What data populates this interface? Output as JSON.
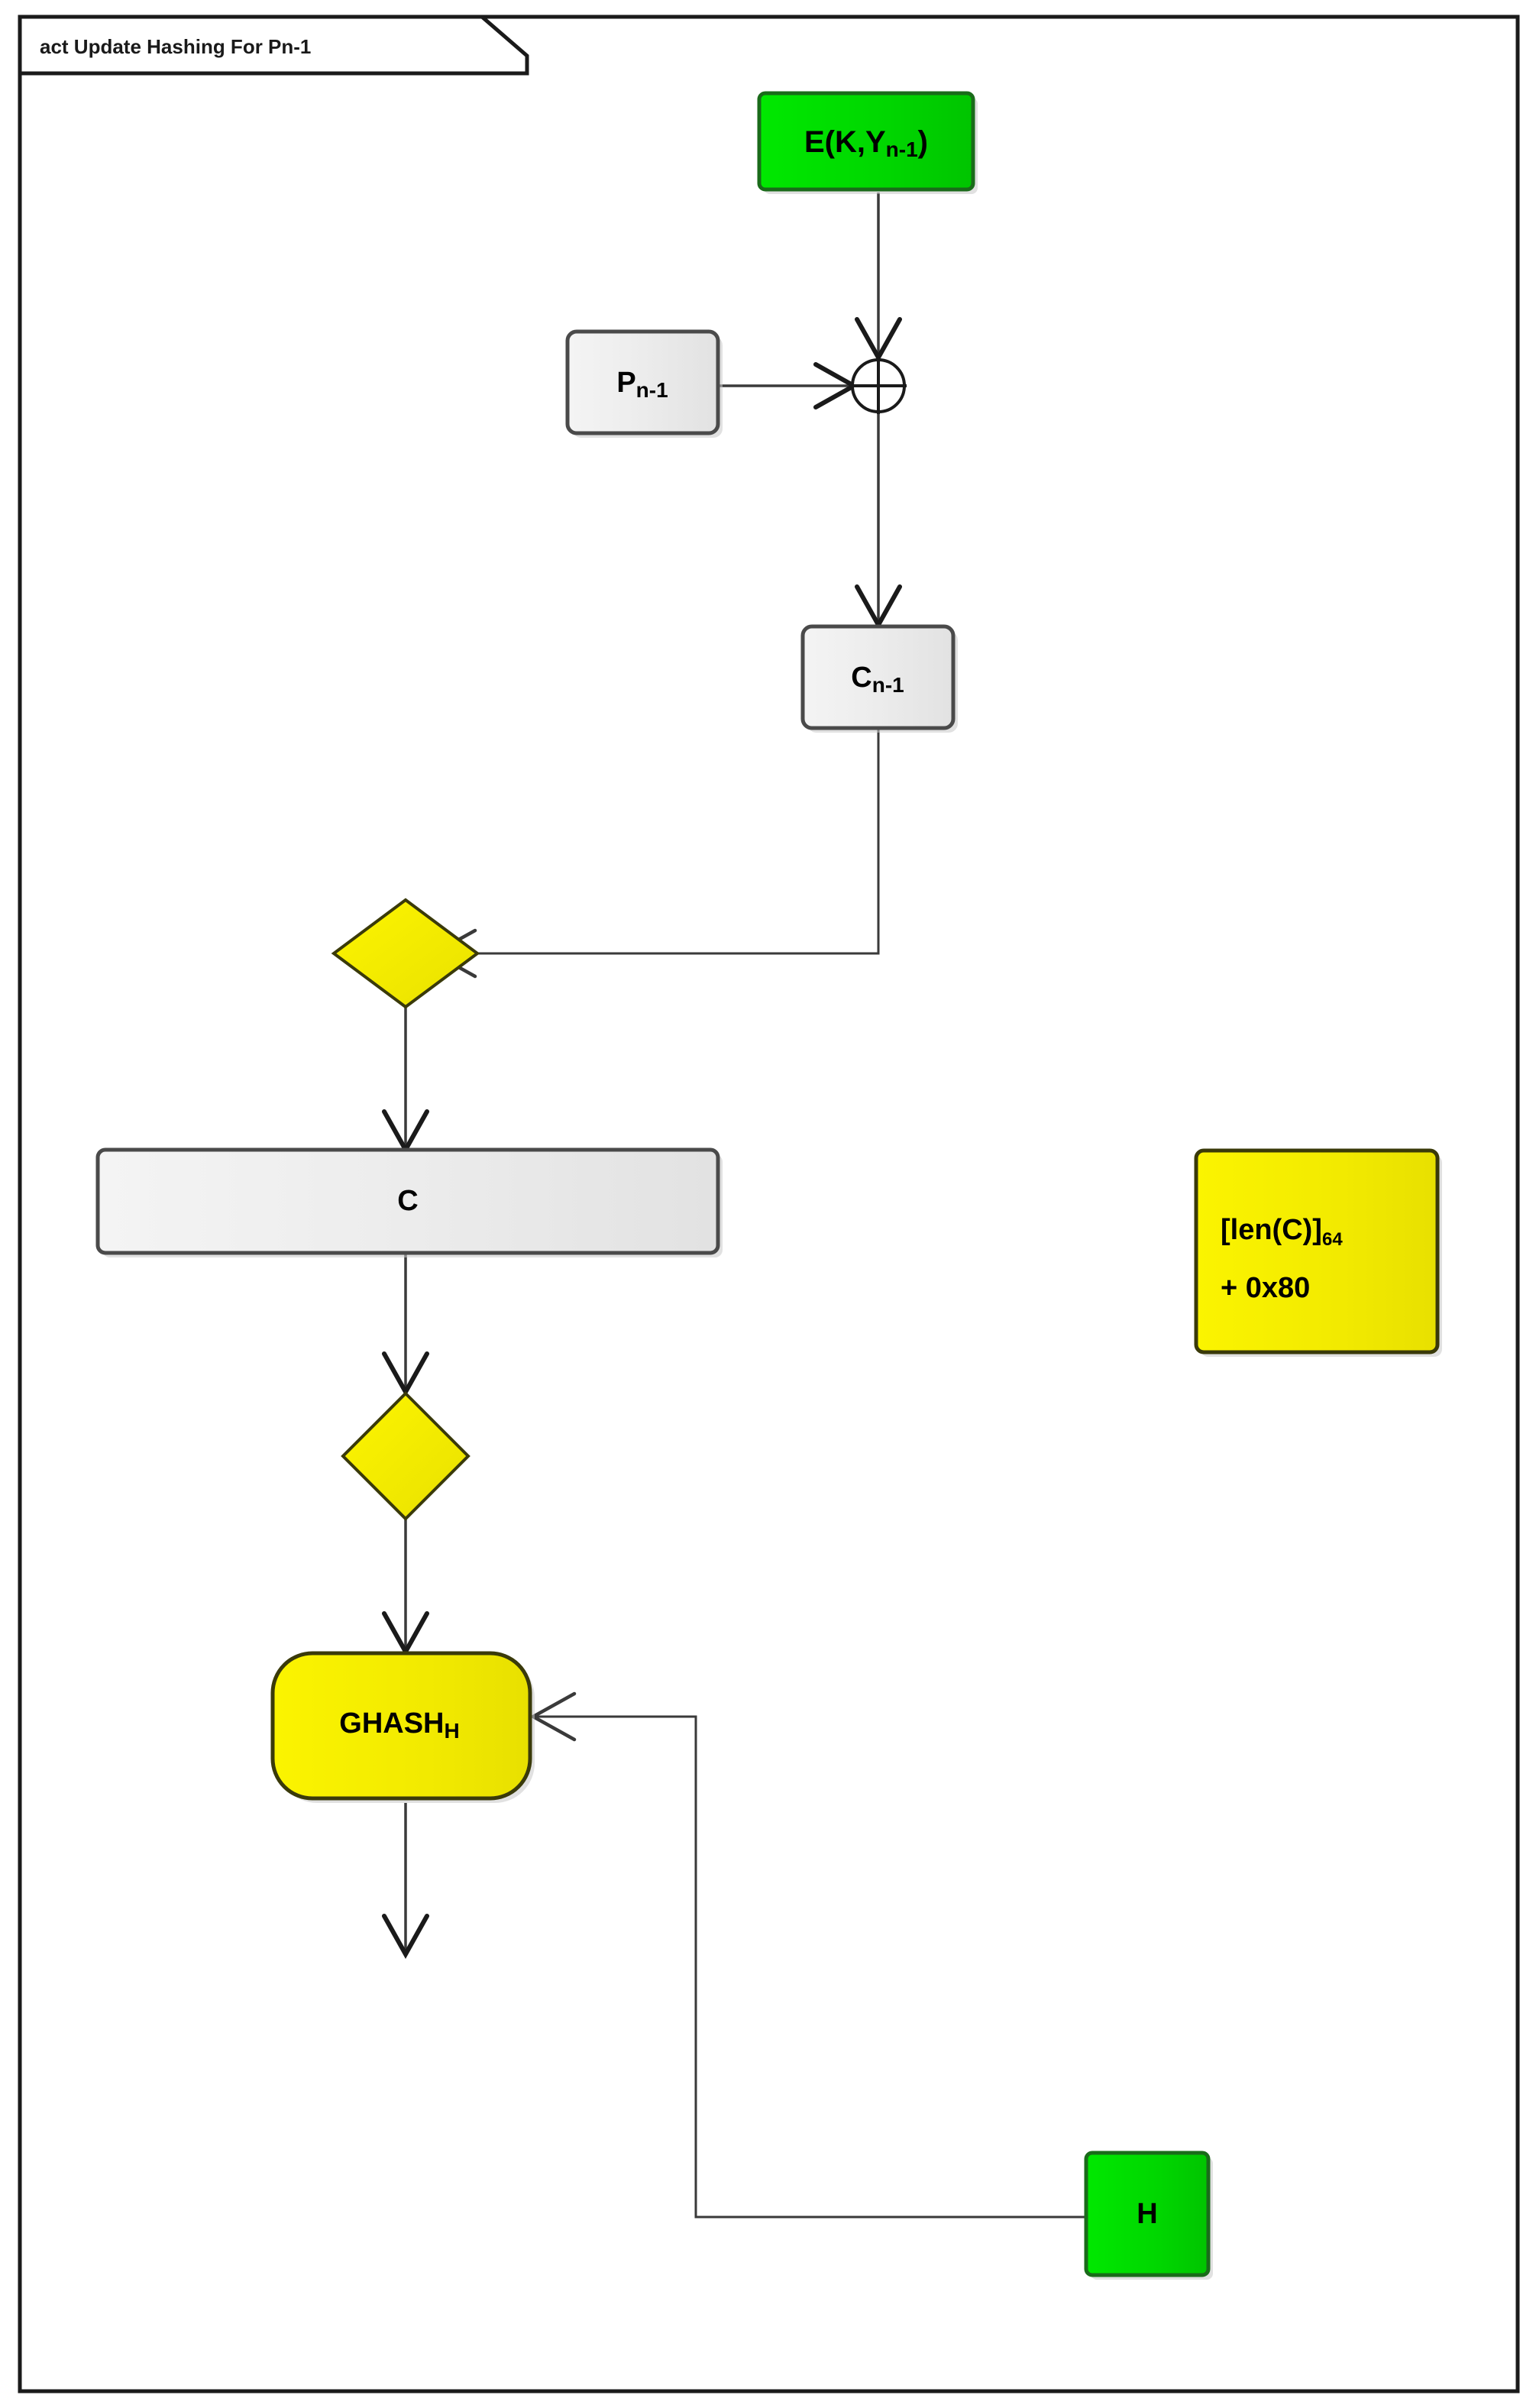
{
  "frame": {
    "title": "act Update Hashing For Pn-1",
    "border_color": "#1a1a1a",
    "background": "#ffffff"
  },
  "colors": {
    "green_fill": "#00dd00",
    "green_border": "#1a6b1a",
    "yellow_fill": "#f2ed00",
    "yellow_border": "#4a4a0a",
    "gray_fill": "#eeeeee",
    "gray_border": "#4a4a4a",
    "edge": "#3a3a3a"
  },
  "nodes": {
    "encrypt": {
      "kind": "green-box",
      "label_main": "E(K,Y",
      "label_sub": "n-1",
      "label_tail": ")"
    },
    "plaintext": {
      "kind": "gray-rounded-box",
      "label_main": "P",
      "label_sub": "n-1"
    },
    "xor": {
      "kind": "xor-operator",
      "symbol": "⊕"
    },
    "ciphertext_block": {
      "kind": "gray-rounded-box",
      "label_main": "C",
      "label_sub": "n-1"
    },
    "merge_upper": {
      "kind": "yellow-diamond"
    },
    "ciphertext_bar": {
      "kind": "gray-wide-box",
      "label_main": "C"
    },
    "merge_lower": {
      "kind": "yellow-diamond"
    },
    "ghash": {
      "kind": "yellow-rounded-box",
      "label_main": "GHASH",
      "label_sub": "H"
    },
    "hash_key": {
      "kind": "green-box",
      "label_main": "H"
    },
    "length_note": {
      "kind": "yellow-note",
      "line1_main": "[len(C)]",
      "line1_sub": "64",
      "line2": "+ 0x80"
    }
  },
  "edges": [
    {
      "name": "encrypt-to-xor",
      "from": "encrypt",
      "to": "xor"
    },
    {
      "name": "plaintext-to-xor",
      "from": "plaintext",
      "to": "xor"
    },
    {
      "name": "xor-to-ciphertext-block",
      "from": "xor",
      "to": "ciphertext_block"
    },
    {
      "name": "ciphertext-block-to-merge-upper",
      "from": "ciphertext_block",
      "to": "merge_upper"
    },
    {
      "name": "merge-upper-to-ciphertext-bar",
      "from": "merge_upper",
      "to": "ciphertext_bar"
    },
    {
      "name": "ciphertext-bar-to-merge-lower",
      "from": "ciphertext_bar",
      "to": "merge_lower"
    },
    {
      "name": "merge-lower-to-ghash",
      "from": "merge_lower",
      "to": "ghash"
    },
    {
      "name": "ghash-to-output",
      "from": "ghash",
      "to": "output"
    },
    {
      "name": "hash-key-to-ghash",
      "from": "hash_key",
      "to": "ghash"
    }
  ]
}
